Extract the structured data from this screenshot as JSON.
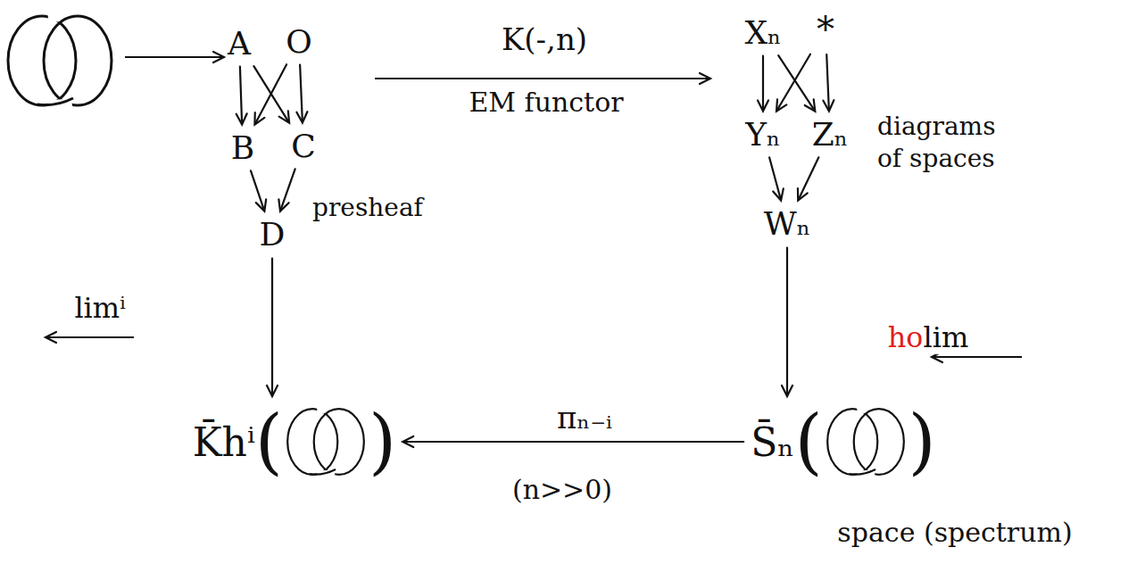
{
  "diagram": {
    "nodes": [
      {
        "text": [
          "A"
        ]
      },
      {
        "text": [
          "O"
        ]
      },
      {
        "text": [
          "B"
        ]
      },
      {
        "text": [
          "C"
        ]
      },
      {
        "text": [
          "D"
        ]
      },
      {
        "text": [
          "Xₙ"
        ]
      },
      {
        "text": [
          "*"
        ]
      },
      {
        "text": [
          "Yₙ"
        ]
      },
      {
        "text": [
          "Zₙ"
        ]
      },
      {
        "text": [
          "Wₙ"
        ]
      },
      {
        "text": [
          "S̄ₙ",
          "(",
          ")"
        ]
      },
      {
        "text": [
          "K̄hⁱ",
          "(",
          ")"
        ]
      }
    ],
    "edges": [
      {
        "from": 0,
        "to": 2,
        "arrow": "to"
      },
      {
        "from": 0,
        "to": 3,
        "arrow": "to"
      },
      {
        "from": 1,
        "to": 2,
        "arrow": "to"
      },
      {
        "from": 1,
        "to": 3,
        "arrow": "to"
      },
      {
        "from": 2,
        "to": 4,
        "arrow": "to"
      },
      {
        "from": 3,
        "to": 4,
        "arrow": "to"
      },
      {
        "from": 5,
        "to": 7,
        "arrow": "to"
      },
      {
        "from": 5,
        "to": 8,
        "arrow": "to"
      },
      {
        "from": 6,
        "to": 7,
        "arrow": "to"
      },
      {
        "from": 6,
        "to": 8,
        "arrow": "to"
      },
      {
        "from": 7,
        "to": 9,
        "arrow": "to"
      },
      {
        "from": 8,
        "to": 9,
        "arrow": "to"
      },
      {
        "from": 9,
        "to": 10,
        "arrow": "to"
      },
      {
        "from": 10,
        "to": 11,
        "label": "πₙ₋ᵢ",
        "arrow": "to"
      },
      {
        "from": 4,
        "to": 11,
        "label": "limⁱ",
        "arrow": "to"
      }
    ],
    "labels": [
      "presheaf",
      "K(-,n)",
      "EM functor",
      "diagrams of spaces",
      "ho",
      "lim",
      "(n>>0)",
      "space (spectrum)"
    ]
  }
}
